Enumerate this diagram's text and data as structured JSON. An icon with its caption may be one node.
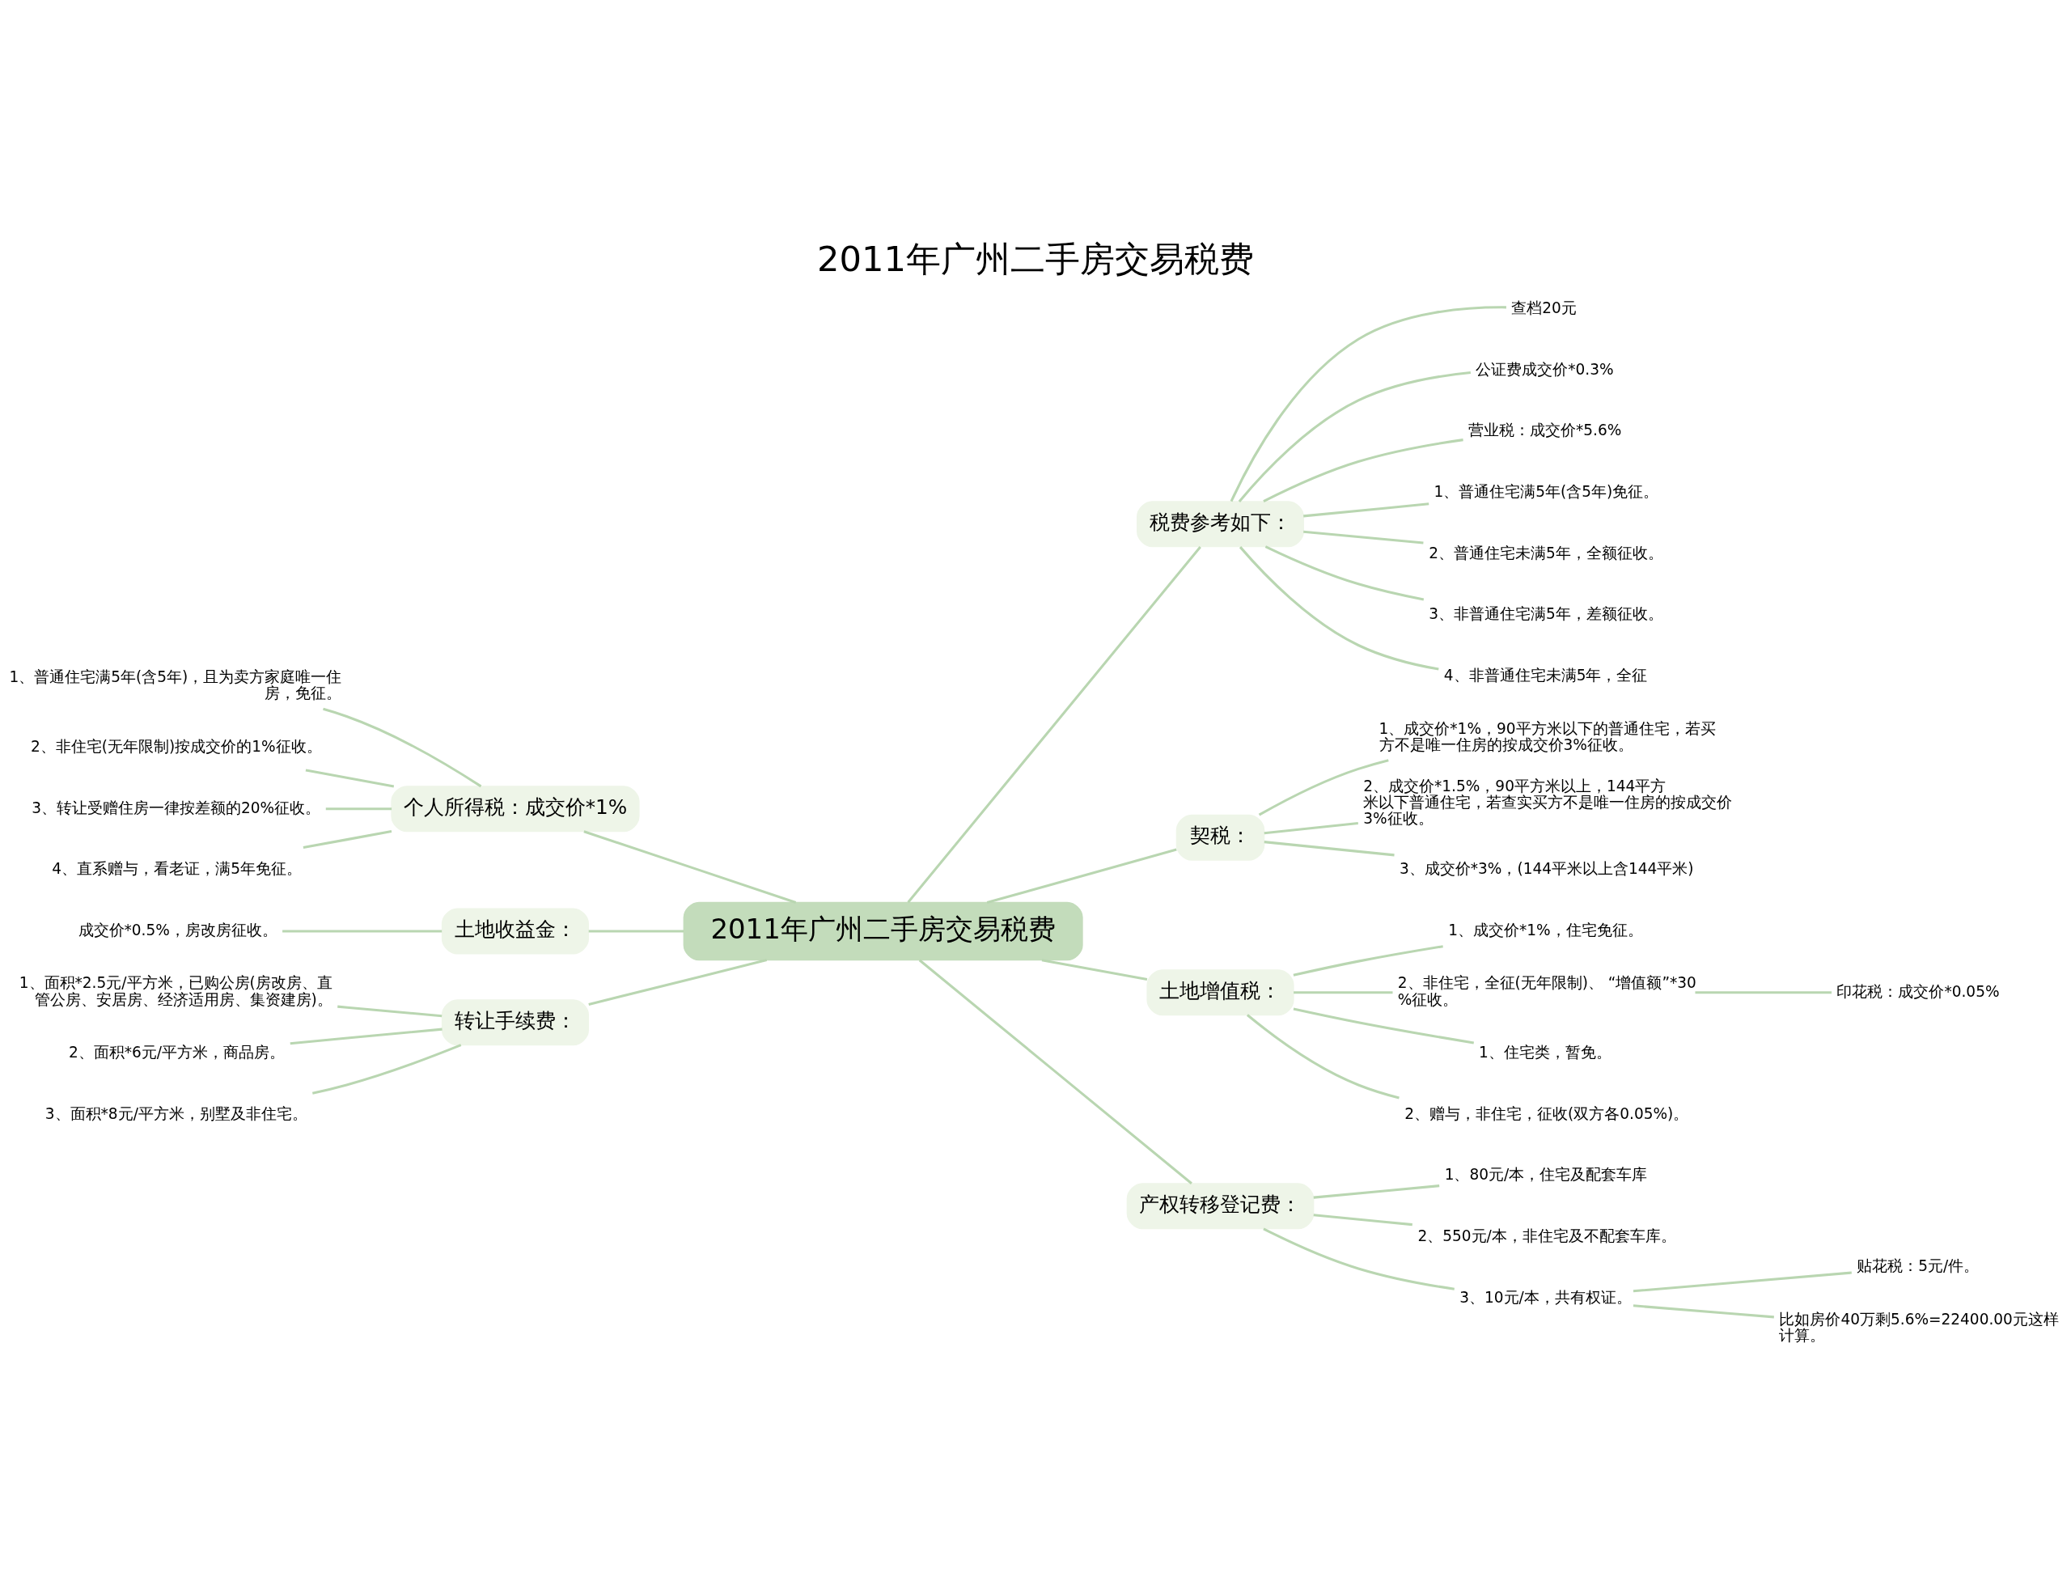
{
  "diagram": {
    "title": "2011年广州二手房交易税费",
    "nodes": [
      {
        "text": [
          "2011年广州二手房交易税费"
        ]
      },
      {
        "text": [
          "税费参考如下："
        ]
      },
      {
        "text": [
          "查档20元"
        ]
      },
      {
        "text": [
          "公证费成交价*0.3%"
        ]
      },
      {
        "text": [
          "营业税：成交价*5.6%"
        ]
      },
      {
        "text": [
          "1、普通住宅满5年(含5年)免征。"
        ]
      },
      {
        "text": [
          "2、普通住宅未满5年，全额征收。"
        ]
      },
      {
        "text": [
          "3、非普通住宅满5年，差额征收。"
        ]
      },
      {
        "text": [
          "4、非普通住宅未满5年，全征"
        ]
      },
      {
        "text": [
          "契税："
        ]
      },
      {
        "text": [
          "1、成交价*1%，90平方米以下的普通住宅，若买方不是唯一住房的按成交价3%征收。"
        ]
      },
      {
        "text": [
          "2、成交价*1.5%，90平方米以上，144平方米以下普通住宅，若查实买方不是唯一住房的按成交价3%征收。"
        ]
      },
      {
        "text": [
          "3、成交价*3%，(144平米以上含144平米)"
        ]
      },
      {
        "text": [
          "土地增值税："
        ]
      },
      {
        "text": [
          "1、成交价*1%，住宅免征。"
        ]
      },
      {
        "text": [
          "2、非住宅，全征(无年限制)、 “增值额”*30%征收。"
        ]
      },
      {
        "text": [
          "印花税：成交价*0.05%"
        ]
      },
      {
        "text": [
          "1、住宅类，暂免。"
        ]
      },
      {
        "text": [
          "2、赠与，非住宅，征收(双方各0.05%)。"
        ]
      },
      {
        "text": [
          "产权转移登记费："
        ]
      },
      {
        "text": [
          "1、80元/本，住宅及配套车库"
        ]
      },
      {
        "text": [
          "2、550元/本，非住宅及不配套车库。"
        ]
      },
      {
        "text": [
          "3、10元/本，共有权证。"
        ]
      },
      {
        "text": [
          "贴花税：5元/件。"
        ]
      },
      {
        "text": [
          "比如房价40万剩5.6%=22400.00元这样计算。"
        ]
      },
      {
        "text": [
          "个人所得税：成交价*1%"
        ]
      },
      {
        "text": [
          "1、普通住宅满5年(含5年)，且为卖方家庭唯一住房，免征。"
        ]
      },
      {
        "text": [
          "2、非住宅(无年限制)按成交价的1%征收。"
        ]
      },
      {
        "text": [
          "3、转让受赠住房一律按差额的20%征收。"
        ]
      },
      {
        "text": [
          "4、直系赠与，看老证，满5年免征。"
        ]
      },
      {
        "text": [
          "土地收益金："
        ]
      },
      {
        "text": [
          "成交价*0.5%，房改房征收。"
        ]
      },
      {
        "text": [
          "转让手续费："
        ]
      },
      {
        "text": [
          "1、面积*2.5元/平方米，已购公房(房改房、直管公房、安居房、经济适用房、集资建房)。"
        ]
      },
      {
        "text": [
          "2、面积*6元/平方米，商品房。"
        ]
      },
      {
        "text": [
          "3、面积*8元/平方米，别墅及非住宅。"
        ]
      }
    ],
    "edges": [
      {
        "from": 0,
        "to": 1,
        "arrow": "none"
      },
      {
        "from": 1,
        "to": 2,
        "arrow": "none"
      },
      {
        "from": 1,
        "to": 3,
        "arrow": "none"
      },
      {
        "from": 1,
        "to": 4,
        "arrow": "none"
      },
      {
        "from": 1,
        "to": 5,
        "arrow": "none"
      },
      {
        "from": 1,
        "to": 6,
        "arrow": "none"
      },
      {
        "from": 1,
        "to": 7,
        "arrow": "none"
      },
      {
        "from": 1,
        "to": 8,
        "arrow": "none"
      },
      {
        "from": 0,
        "to": 9,
        "arrow": "none"
      },
      {
        "from": 9,
        "to": 10,
        "arrow": "none"
      },
      {
        "from": 9,
        "to": 11,
        "arrow": "none"
      },
      {
        "from": 9,
        "to": 12,
        "arrow": "none"
      },
      {
        "from": 0,
        "to": 13,
        "arrow": "none"
      },
      {
        "from": 13,
        "to": 14,
        "arrow": "none"
      },
      {
        "from": 13,
        "to": 15,
        "arrow": "none"
      },
      {
        "from": 15,
        "to": 16,
        "arrow": "none"
      },
      {
        "from": 13,
        "to": 17,
        "arrow": "none"
      },
      {
        "from": 13,
        "to": 18,
        "arrow": "none"
      },
      {
        "from": 0,
        "to": 19,
        "arrow": "none"
      },
      {
        "from": 19,
        "to": 20,
        "arrow": "none"
      },
      {
        "from": 19,
        "to": 21,
        "arrow": "none"
      },
      {
        "from": 19,
        "to": 22,
        "arrow": "none"
      },
      {
        "from": 22,
        "to": 23,
        "arrow": "none"
      },
      {
        "from": 22,
        "to": 24,
        "arrow": "none"
      },
      {
        "from": 0,
        "to": 25,
        "arrow": "none"
      },
      {
        "from": 25,
        "to": 26,
        "arrow": "none"
      },
      {
        "from": 25,
        "to": 27,
        "arrow": "none"
      },
      {
        "from": 25,
        "to": 28,
        "arrow": "none"
      },
      {
        "from": 25,
        "to": 29,
        "arrow": "none"
      },
      {
        "from": 0,
        "to": 30,
        "arrow": "none"
      },
      {
        "from": 30,
        "to": 31,
        "arrow": "none"
      },
      {
        "from": 0,
        "to": 32,
        "arrow": "none"
      },
      {
        "from": 32,
        "to": 33,
        "arrow": "none"
      },
      {
        "from": 32,
        "to": 34,
        "arrow": "none"
      },
      {
        "from": 32,
        "to": 35,
        "arrow": "none"
      }
    ]
  }
}
